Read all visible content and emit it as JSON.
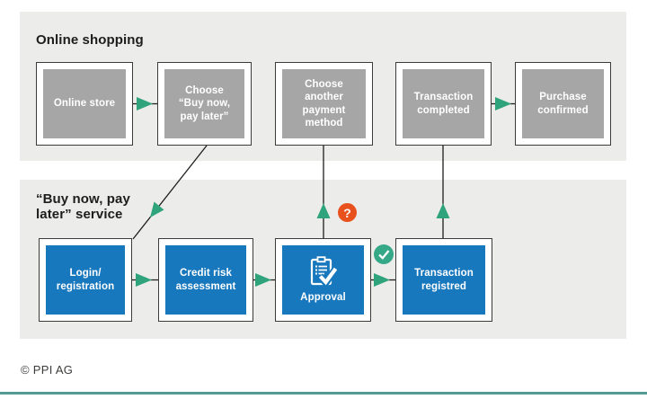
{
  "colors": {
    "page_bg": "#ffffff",
    "band_bg": "#ececeb",
    "box_border": "#3c3c3b",
    "box_gray": "#a6a6a6",
    "box_blue": "#1878be",
    "arrow_teal": "#2fa37c",
    "question_orange": "#e8511d",
    "check_green": "#35a888",
    "line_dark": "#1d1d1b",
    "footer_rule_teal": "#559a95",
    "box_text": "#ffffff",
    "title_text": "#1d1d1b",
    "footer_text": "#3c3c3b"
  },
  "sections": {
    "online_shopping": {
      "title": "Online shopping",
      "boxes": [
        {
          "label": "Online store"
        },
        {
          "label": "Choose\n“Buy now,\npay later”"
        },
        {
          "label": "Choose\nanother\npayment\nmethod"
        },
        {
          "label": "Transaction\ncompleted"
        },
        {
          "label": "Purchase\nconfirmed"
        }
      ]
    },
    "bnpl_service": {
      "title": "“Buy now, pay\nlater” service",
      "boxes": [
        {
          "label": "Login/\nregistration"
        },
        {
          "label": "Credit risk\nassessment"
        },
        {
          "label": "Approval",
          "icon": "approval-checklist-icon"
        },
        {
          "label": "Transaction\nregistred"
        }
      ]
    }
  },
  "badges": {
    "question": "?",
    "check": "✓"
  },
  "footer": {
    "copyright": "© PPI AG"
  }
}
